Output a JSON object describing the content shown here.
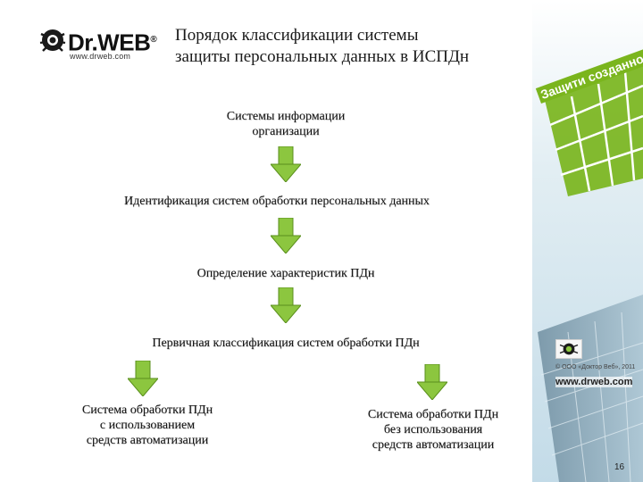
{
  "logo": {
    "word": "Dr.WEB",
    "reg": "®",
    "url": "www.drweb.com"
  },
  "title": {
    "line1": "Порядок классификации системы",
    "line2": "защиты персональных данных в ИСПДн"
  },
  "tagline": "Защити созданное",
  "flow": {
    "node1": {
      "line1": "Системы информации",
      "line2": "организации"
    },
    "node2": "Идентификация систем обработки персональных данных",
    "node3": "Определение характеристик ПДн",
    "node4": "Первичная классификация систем обработки ПДн",
    "node5": {
      "line1": "Система обработки ПДн",
      "line2": "с использованием",
      "line3": "средств автоматизации"
    },
    "node6": {
      "line1": "Система обработки ПДн",
      "line2": "без использования",
      "line3": "средств автоматизации"
    }
  },
  "footer": {
    "copyright": "© ООО «Доктор Веб», 2011",
    "url": "www.drweb.com",
    "page": "16"
  },
  "colors": {
    "arrow_green": "#8cc63f",
    "arrow_dark": "#5a8f1c",
    "panel_green": "#7ab51d",
    "sky": "#cfe4ef"
  }
}
